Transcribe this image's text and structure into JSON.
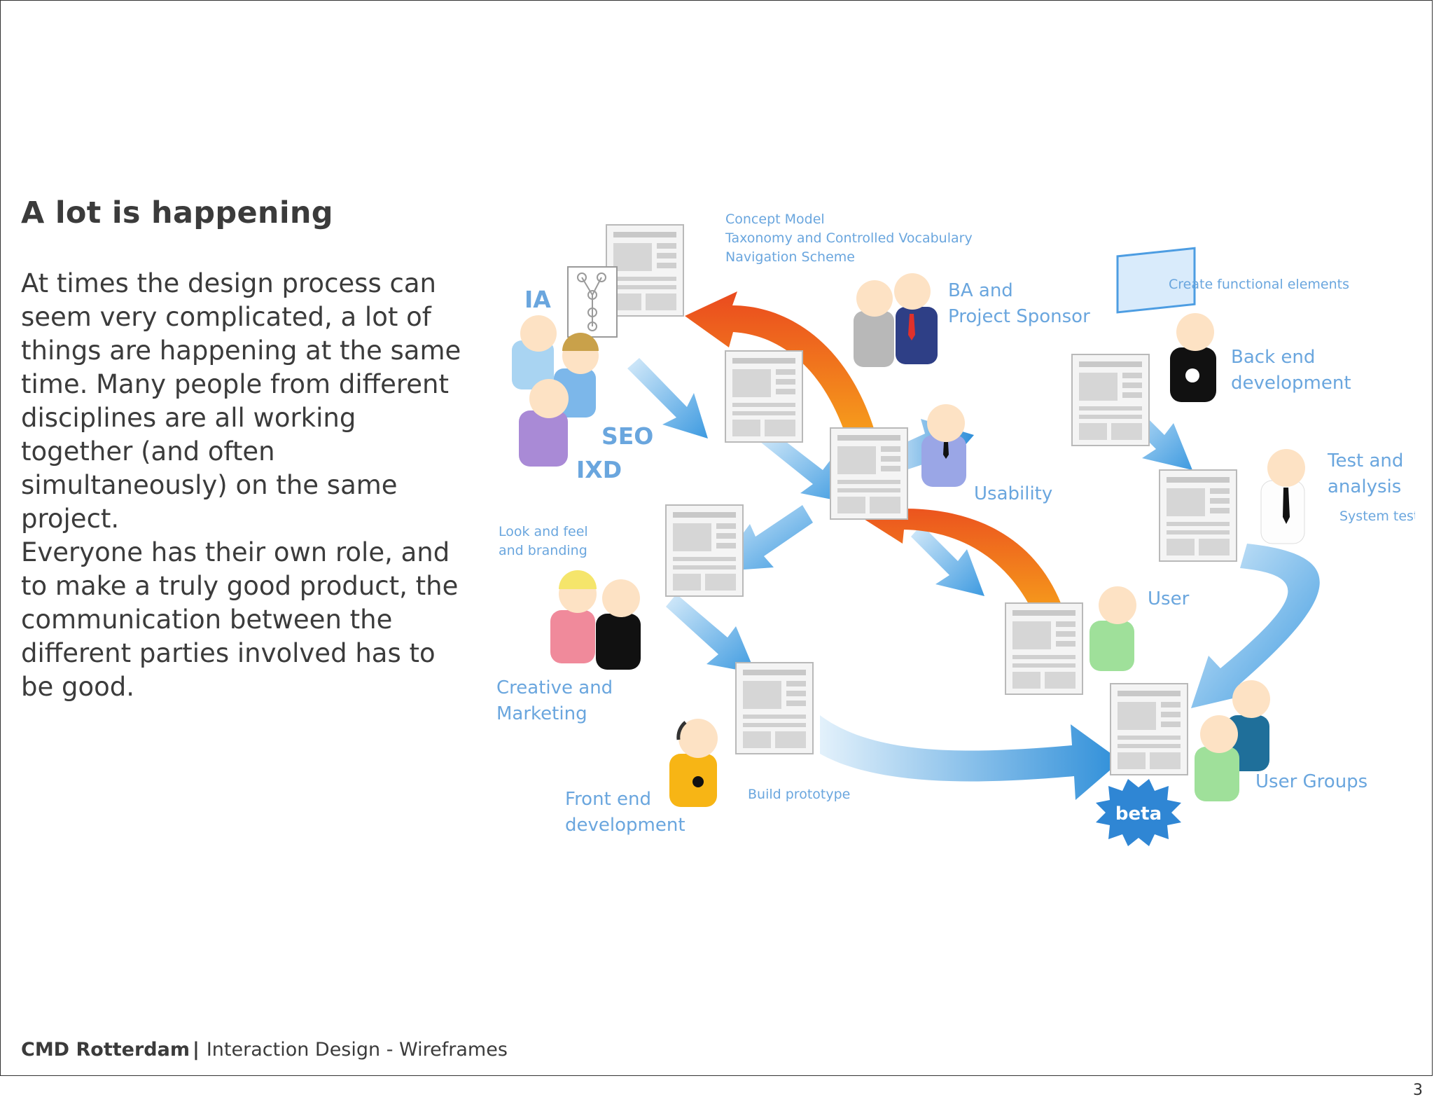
{
  "slide": {
    "title": "A lot is happening",
    "paragraph_1": "At times the design process can seem very complicated, a lot of things are happening at the same time. Many people from different disciplines are all working together (and often simultaneously) on the same project.",
    "paragraph_2": "Everyone has their own role, and to make a truly good product, the communication between the different parties involved has to be good.",
    "footer_brand": "CMD Rotterdam",
    "footer_separator": "|",
    "footer_course": "Interaction Design - Wireframes",
    "page_number": "3"
  },
  "diagram": {
    "labels": {
      "concept_model": "Concept Model",
      "taxonomy": "Taxonomy and Controlled Vocabulary",
      "navigation": "Navigation Scheme",
      "ia": "IA",
      "ba_line1": "BA and",
      "ba_line2": "Project Sponsor",
      "create_functional": "Create functional elements",
      "backend_line1": "Back end",
      "backend_line2": "development",
      "seo": "SEO",
      "ixd": "IXD",
      "usability": "Usability",
      "test_line1": "Test and",
      "test_line2": "analysis",
      "system_test": "System test",
      "look_line1": "Look and feel",
      "look_line2": "and branding",
      "user": "User",
      "creative_line1": "Creative and",
      "creative_line2": "Marketing",
      "frontend_line1": "Front end",
      "frontend_line2": "development",
      "build_prototype": "Build prototype",
      "user_groups": "User Groups",
      "beta": "beta"
    },
    "colors": {
      "label_blue": "#6aa6de",
      "arrow_blue": "#3d9ae0",
      "arrow_orange": "#f06a1c",
      "skin": "#fde2c4"
    }
  }
}
